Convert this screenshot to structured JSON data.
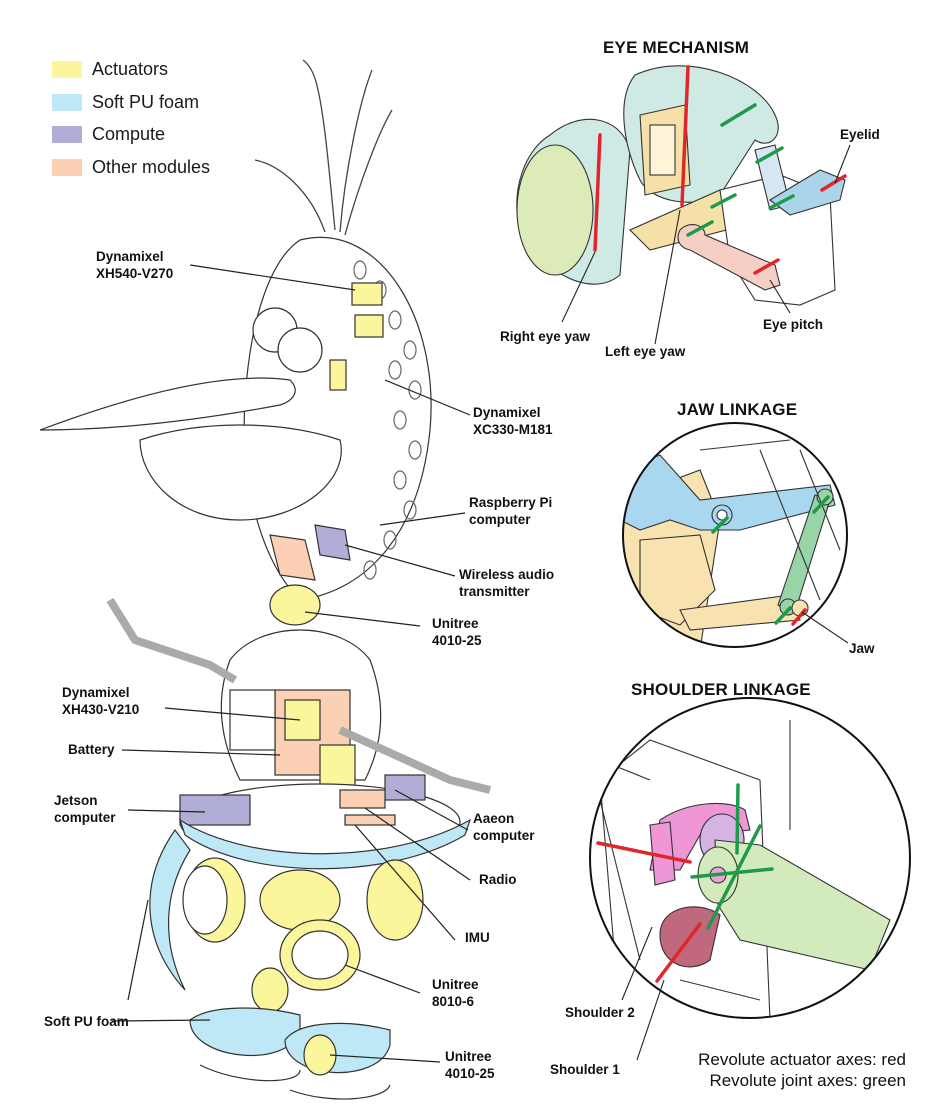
{
  "legend": [
    {
      "label": "Actuators",
      "color": "#fbf59c"
    },
    {
      "label": "Soft PU foam",
      "color": "#bfe8f6"
    },
    {
      "label": "Compute",
      "color": "#b0aed6"
    },
    {
      "label": "Other modules",
      "color": "#fbd0b4"
    }
  ],
  "main_labels": {
    "xh540": "Dynamixel\nXH540-V270",
    "xc330": "Dynamixel\nXC330-M181",
    "raspberry": "Raspberry Pi\ncomputer",
    "wireless": "Wireless audio\ntransmitter",
    "unitree_neck": "Unitree\n4010-25",
    "xh430": "Dynamixel\nXH430-V210",
    "battery": "Battery",
    "jetson": "Jetson\ncomputer",
    "aaeon": "Aaeon\ncomputer",
    "radio": "Radio",
    "imu": "IMU",
    "unitree_hip": "Unitree\n8010-6",
    "soft_foam": "Soft PU foam",
    "unitree_foot": "Unitree\n4010-25"
  },
  "eye": {
    "title": "EYE MECHANISM",
    "eyelid": "Eyelid",
    "right_eye_yaw": "Right eye yaw",
    "left_eye_yaw": "Left eye yaw",
    "eye_pitch": "Eye pitch"
  },
  "jaw": {
    "title": "JAW LINKAGE",
    "jaw": "Jaw"
  },
  "shoulder": {
    "title": "SHOULDER LINKAGE",
    "shoulder2": "Shoulder 2",
    "shoulder1": "Shoulder 1"
  },
  "caption": {
    "line1": "Revolute actuator axes: red",
    "line2": "Revolute joint axes: green"
  },
  "colors": {
    "actuator_axis": "#e0262b",
    "joint_axis": "#1f9a4a",
    "eye_shell": "#cfe9e4",
    "eye_ball": "#dcebb8",
    "eye_gold": "#f5e1a8",
    "eyelid_blue": "#a9d4ea",
    "pitch_pink": "#f5cfc4",
    "jaw_blue": "#a8d7ef",
    "jaw_tan": "#f8e2b0",
    "jaw_green": "#98d4a8",
    "shoulder_pink": "#ee96d6",
    "shoulder_lilac": "#d5b3e3",
    "shoulder_green": "#d3ebbc",
    "shoulder_maroon": "#c0687d"
  }
}
